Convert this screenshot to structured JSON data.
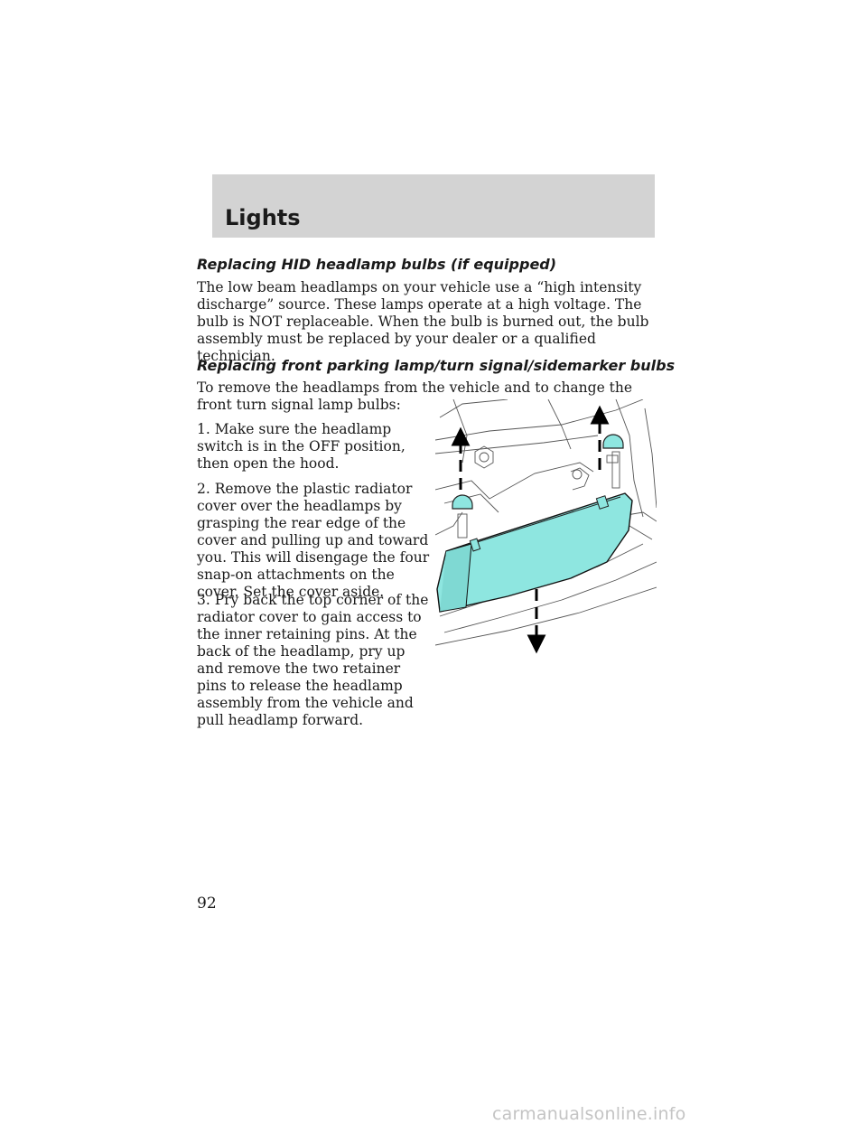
{
  "header": {
    "section_title": "Lights"
  },
  "sections": {
    "hid": {
      "heading": "Replacing HID headlamp bulbs (if equipped)",
      "body": "The low beam headlamps on your vehicle use a “high intensity discharge” source. These lamps operate at a high voltage. The bulb is NOT replaceable. When the bulb is burned out, the bulb assembly must be replaced by your dealer or a qualified technician."
    },
    "parking": {
      "heading": "Replacing front parking lamp/turn signal/sidemarker bulbs",
      "intro": "To remove the headlamps from the vehicle and to change the front turn signal lamp bulbs:",
      "steps": [
        "1. Make sure the headlamp switch is in the OFF position, then open the hood.",
        "2. Remove the plastic radiator cover over the headlamps by grasping the rear edge of the cover and pulling up and toward you. This will disengage the four snap-on attachments on the cover. Set the cover aside.",
        "3. Pry back the top corner of the radiator cover to gain access to the inner retaining pins. At the back of the headlamp, pry up and remove the two retainer pins to release the headlamp assembly from the vehicle and pull headlamp forward."
      ]
    }
  },
  "footer": {
    "page_number": "92",
    "watermark": "carmanualsonline.info"
  },
  "colors": {
    "header_band": "#d3d3d3",
    "headlamp_fill": "#8ee6e0"
  }
}
